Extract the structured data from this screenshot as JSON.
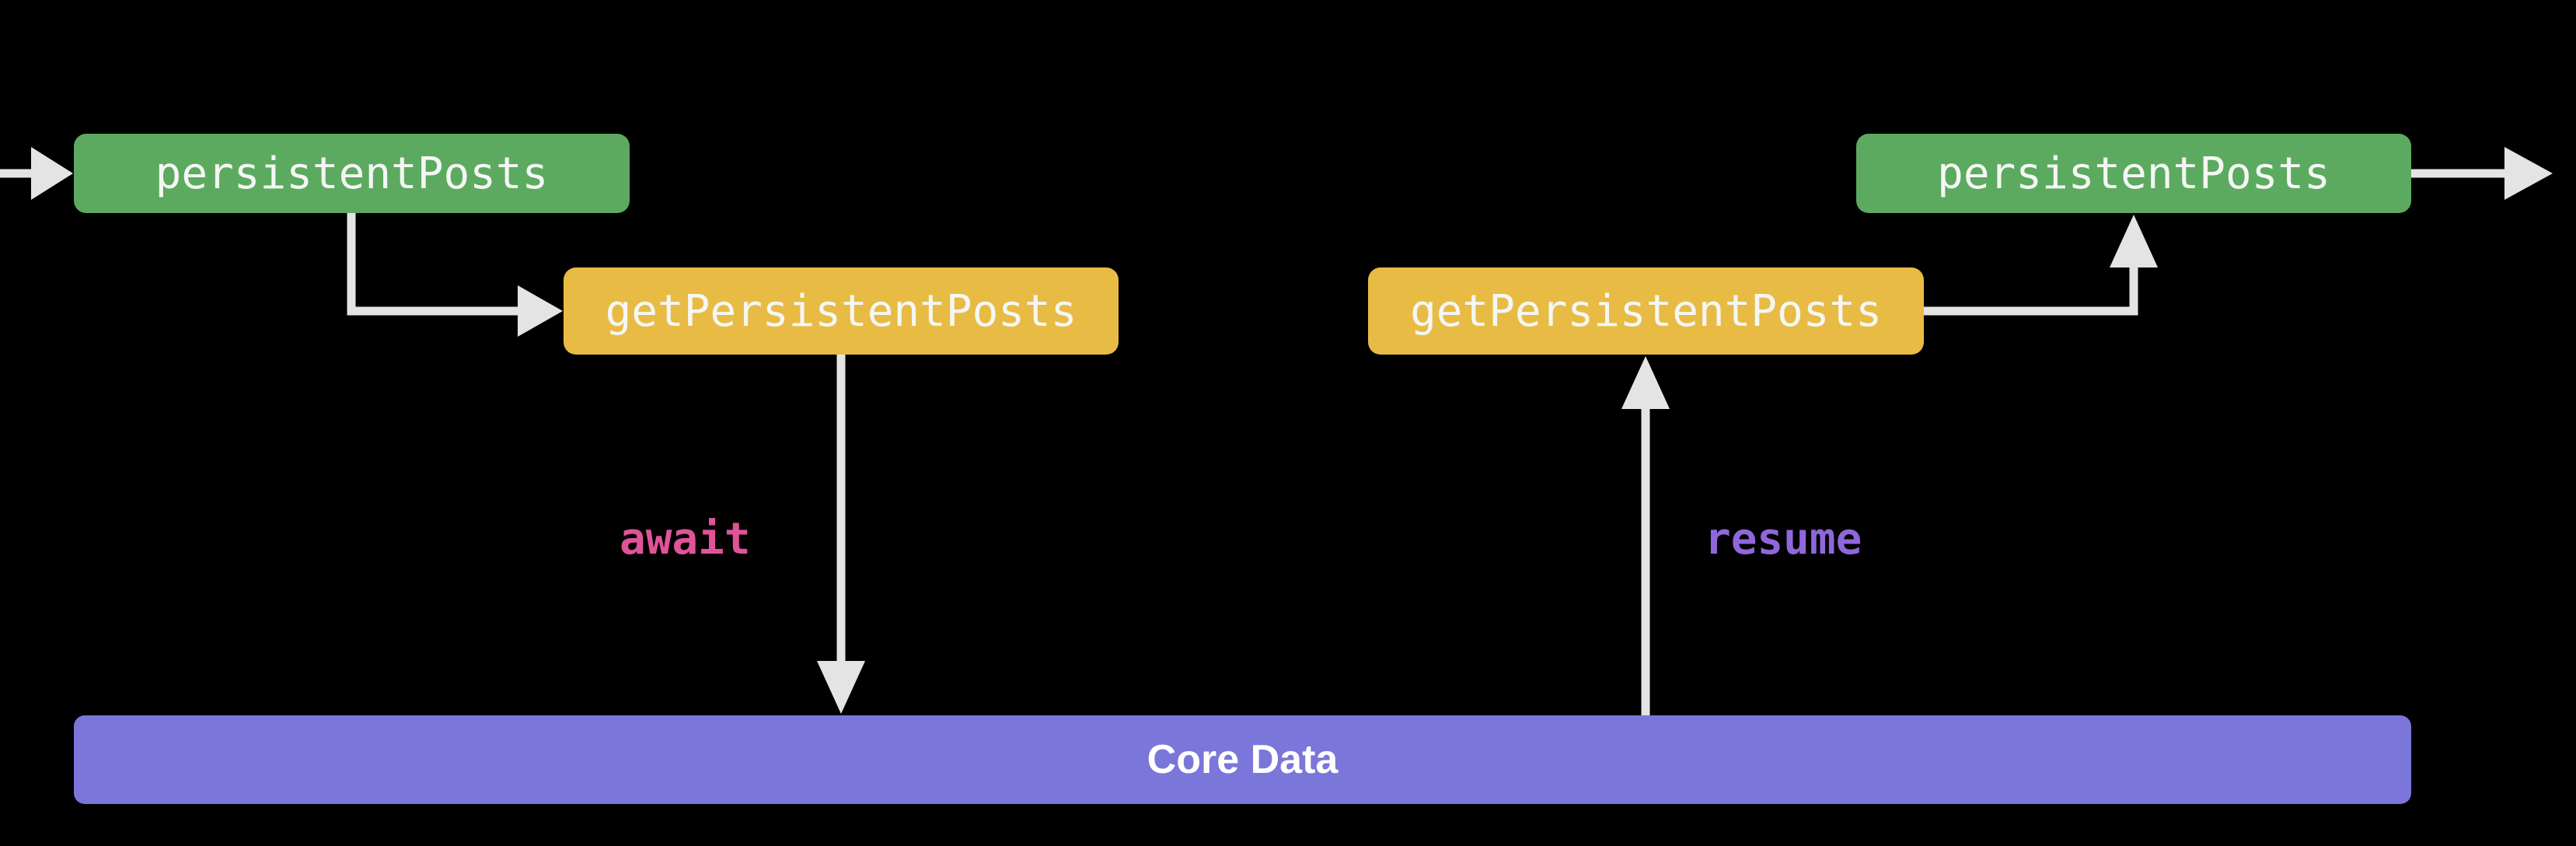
{
  "diagram": {
    "background": "#000000",
    "colors": {
      "arrow": "#E4E4E4",
      "green_node": "#5CAA60",
      "yellow_node": "#E8BB45",
      "purple_bar": "#7B76DA",
      "node_text": "#F4F7F3",
      "bar_text": "#FFFFFF",
      "await_text": "#DF5499",
      "resume_text": "#8F67DA"
    },
    "nodes": {
      "persistent_posts_left": {
        "label": "persistentPosts"
      },
      "get_persistent_posts_left": {
        "label": "getPersistentPosts"
      },
      "get_persistent_posts_right": {
        "label": "getPersistentPosts"
      },
      "persistent_posts_right": {
        "label": "persistentPosts"
      },
      "core_data": {
        "label": "Core Data"
      }
    },
    "annotations": {
      "await": {
        "label": "await"
      },
      "resume": {
        "label": "resume"
      }
    }
  }
}
